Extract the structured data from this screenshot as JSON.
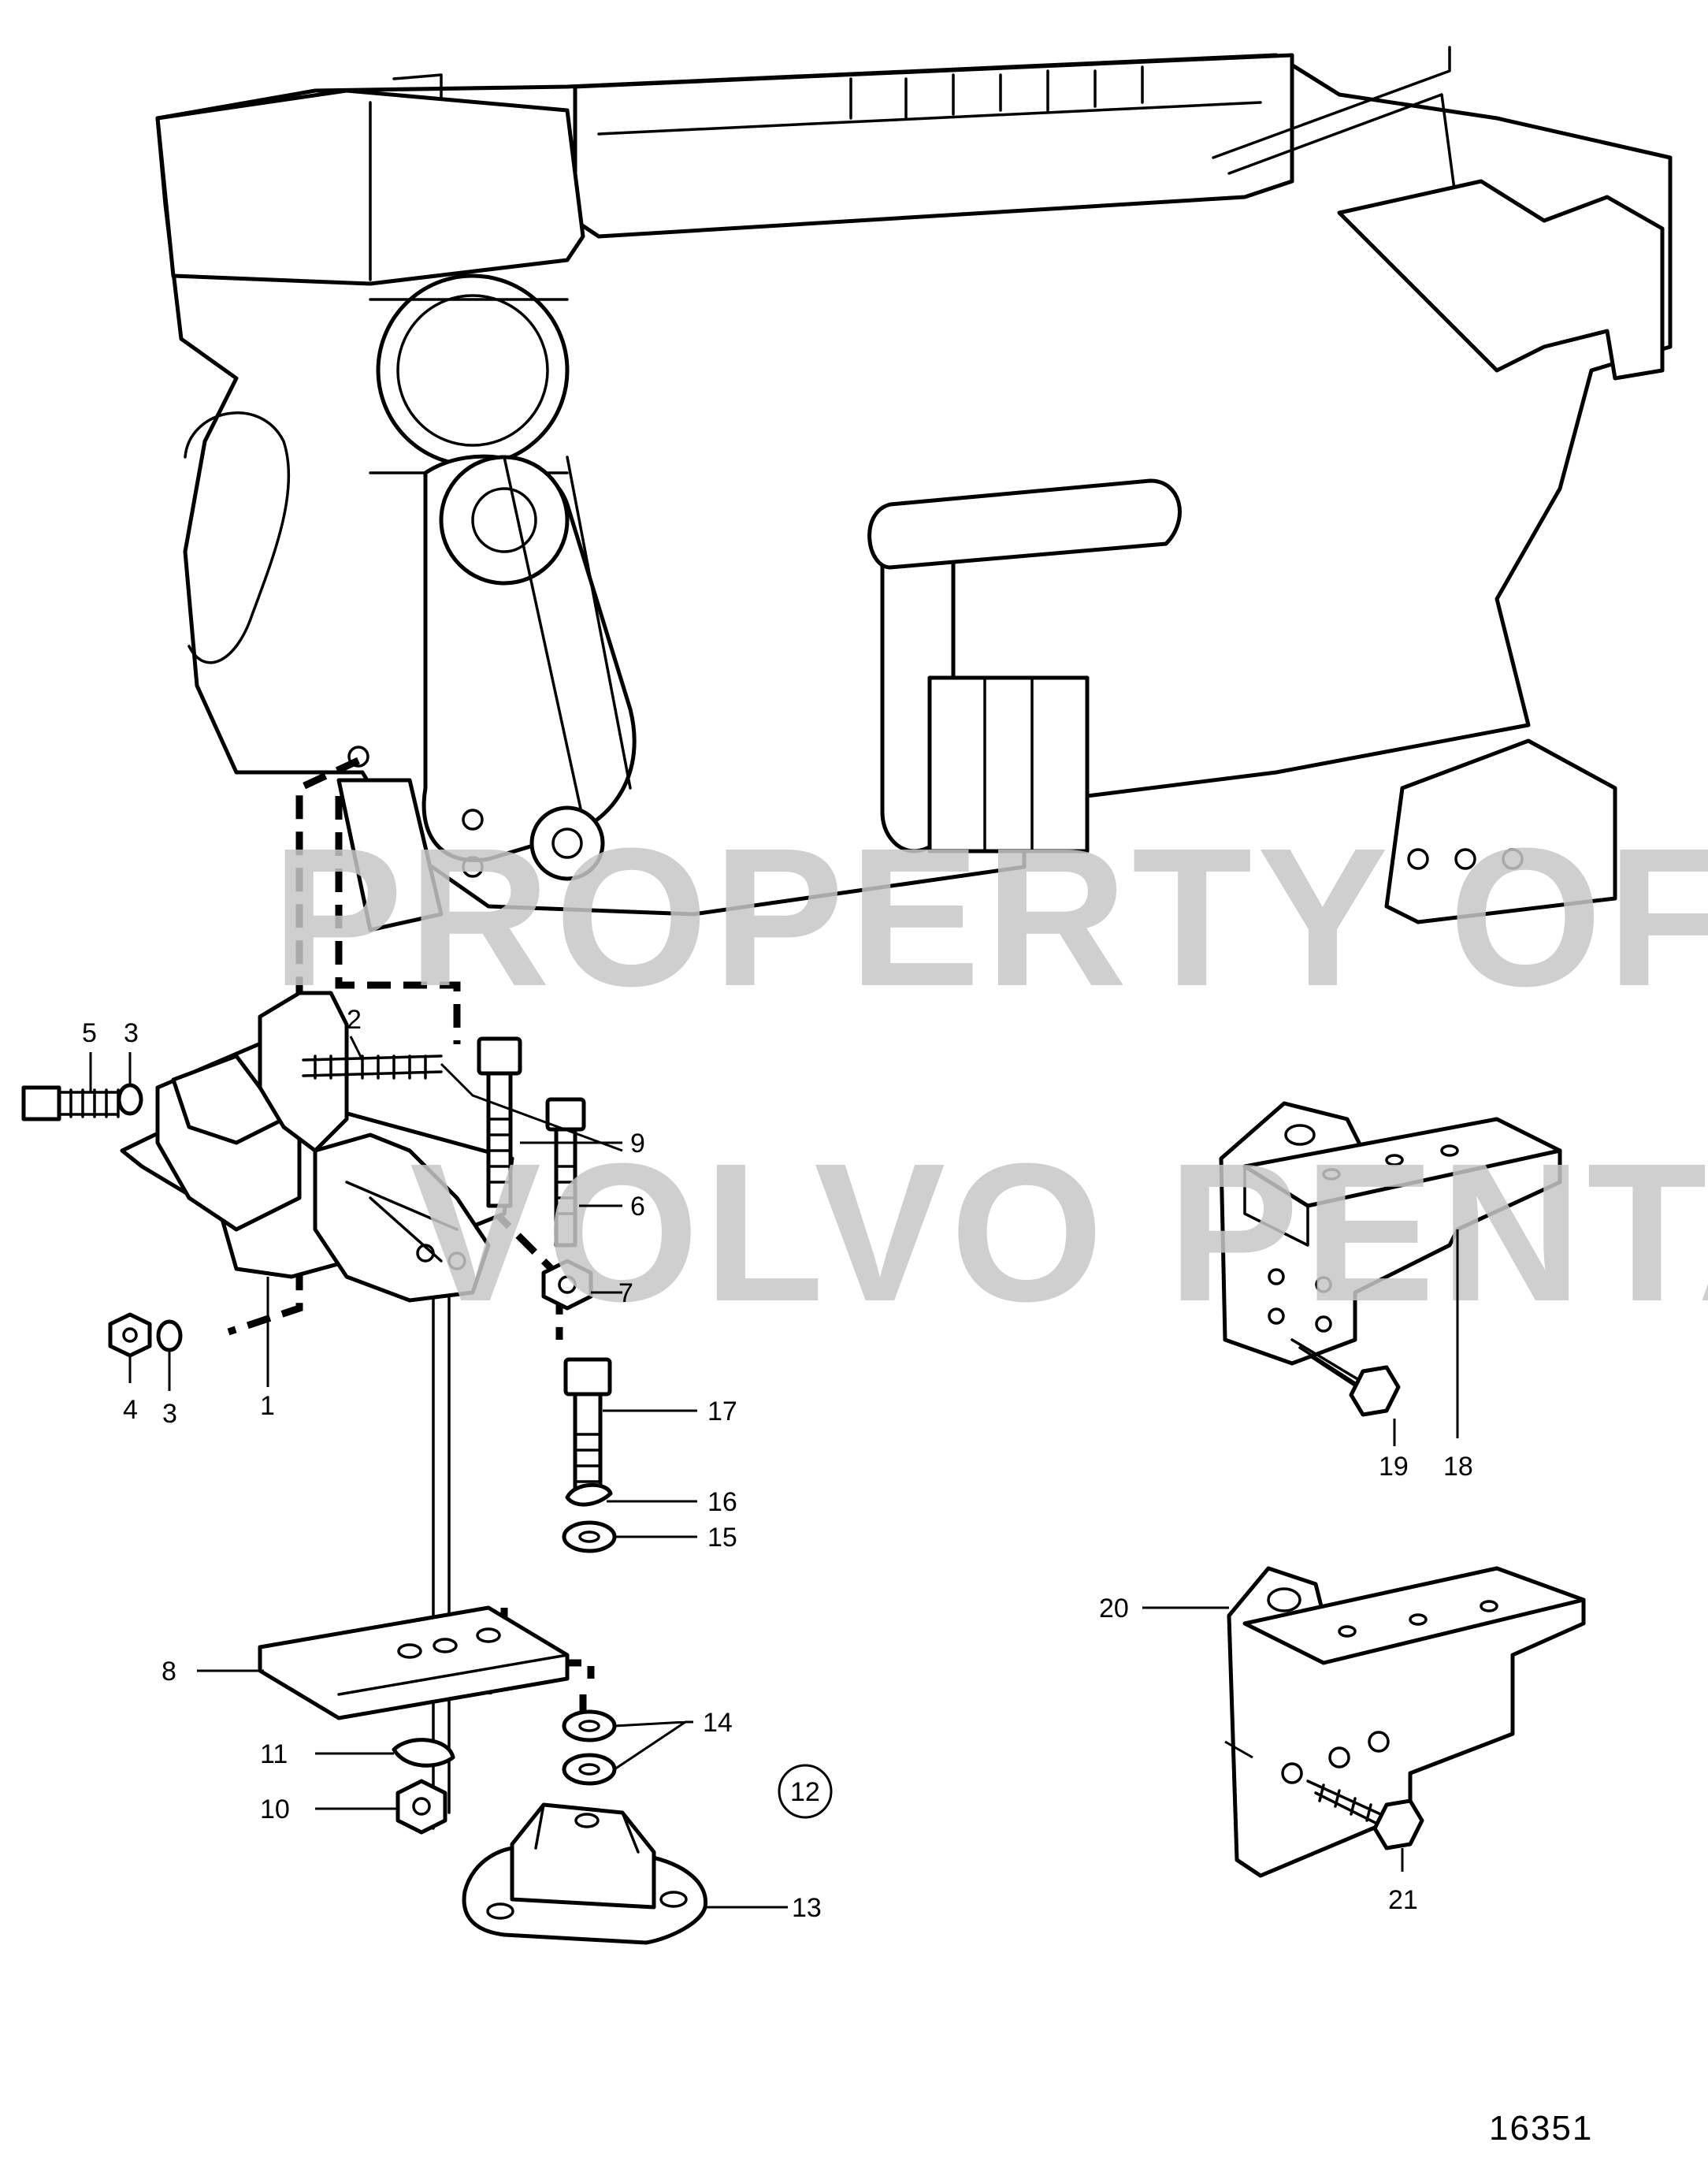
{
  "watermark": {
    "line1": "PROPERTY OF",
    "line2": "VOLVO PENTA"
  },
  "document_number": "16351",
  "callouts": {
    "c1": "1",
    "c2": "2",
    "c3a": "3",
    "c3b": "3",
    "c4": "4",
    "c5": "5",
    "c6": "6",
    "c7": "7",
    "c8": "8",
    "c9": "9",
    "c10": "10",
    "c11": "11",
    "c12": "12",
    "c13": "13",
    "c14": "14",
    "c15": "15",
    "c16": "16",
    "c17": "17",
    "c18": "18",
    "c19": "19",
    "c20": "20",
    "c21": "21"
  }
}
